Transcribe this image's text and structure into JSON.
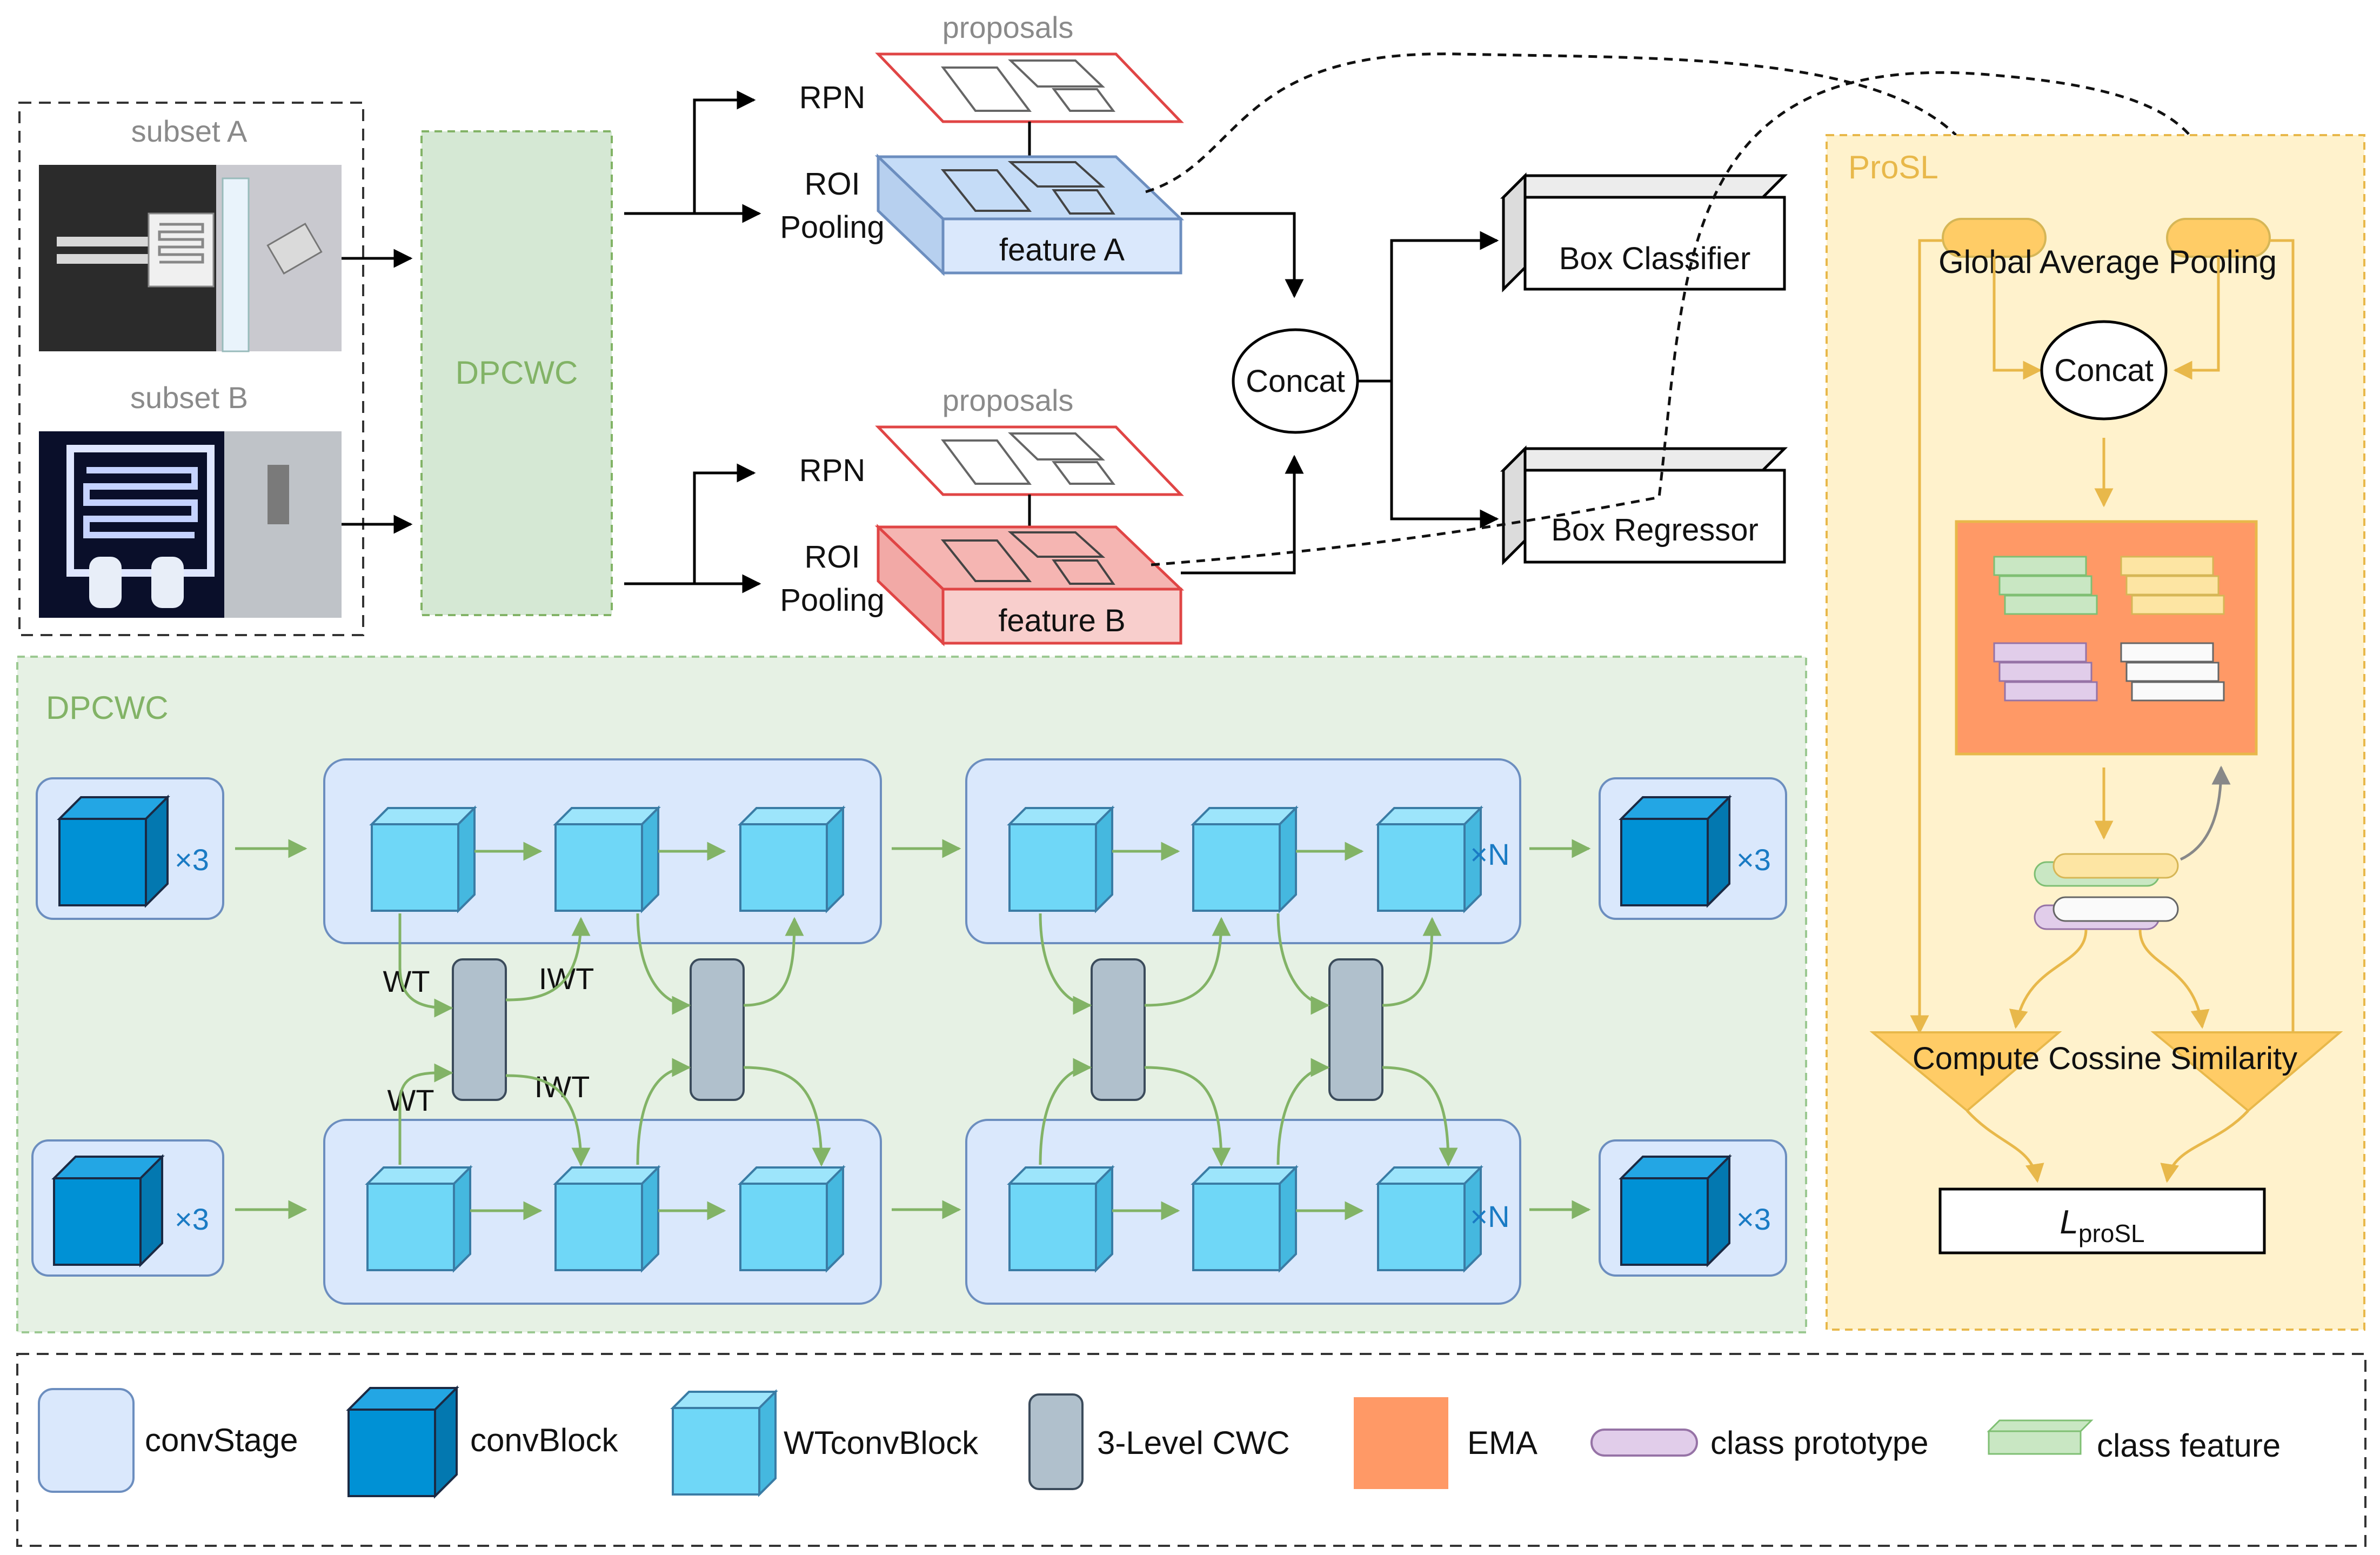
{
  "top": {
    "subset_a": "subset A",
    "subset_b": "subset B",
    "dpcwc_block": "DPCWC",
    "proposals": "proposals",
    "rpn": "RPN",
    "roi_line1": "ROI",
    "roi_line2": "Pooling",
    "feature_a": "feature A",
    "feature_b": "feature B",
    "concat": "Concat",
    "box_classifier": "Box Classifier",
    "box_regressor": "Box Regressor"
  },
  "dpcwc": {
    "title": "DPCWC",
    "times3": "×3",
    "timesN": "×N",
    "wt": "WT",
    "iwt": "IWT"
  },
  "prosl": {
    "title": "ProSL",
    "gap": "Global Average Pooling",
    "concat": "Concat",
    "cosine": "Compute Cossine Similarity",
    "loss_symbol": "L",
    "loss_subscript": "proSL"
  },
  "legend": {
    "conv_stage": "convStage",
    "conv_block": "convBlock",
    "wt_conv_block": "WTconvBlock",
    "cwc": "3-Level CWC",
    "ema": "EMA",
    "class_prototype": "class prototype",
    "class_feature": "class feature"
  },
  "colors": {
    "green_border": "#82b366",
    "green_fill": "#d5e8d4",
    "blue_fill": "#dae8fc",
    "blue_border": "#6c8ebf",
    "red_fill": "#f8cecc",
    "red_border": "#e04545",
    "orange_fill": "#fff2cc",
    "orange_border": "#d6b656",
    "ema": "#ff9966",
    "conv_block": "#0091d5",
    "wt_conv_block": "#6fd7f7"
  }
}
